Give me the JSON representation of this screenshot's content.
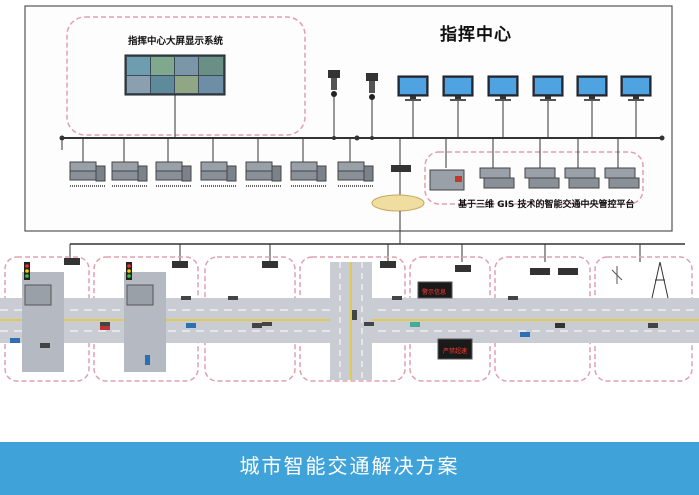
{
  "command_center": {
    "title": "指挥中心",
    "display_system_label": "指挥中心大屏显示系统",
    "platform_label": "基于三维 GIS 技术的智能交通中央管控平台"
  },
  "road_signs": {
    "sign_1": "警示信息",
    "sign_2": "严禁超速"
  },
  "banner": {
    "title": "城市智能交通解决方案"
  },
  "colors": {
    "frame_border": "#555555",
    "dashed_pink": "#e0a0b0",
    "banner_bg": "#3fa2d8",
    "banner_text": "#ffffff",
    "road": "#c9ccd3",
    "lane_line": "#ffffff",
    "center_line": "#f0c800"
  },
  "icons": {
    "workstation": "monitor-icon",
    "server": "server-rack-icon",
    "camera": "ptz-camera-icon",
    "switch": "network-switch-icon",
    "cloud": "network-cloud-icon",
    "signal": "traffic-light-icon",
    "tower": "radio-tower-icon"
  }
}
